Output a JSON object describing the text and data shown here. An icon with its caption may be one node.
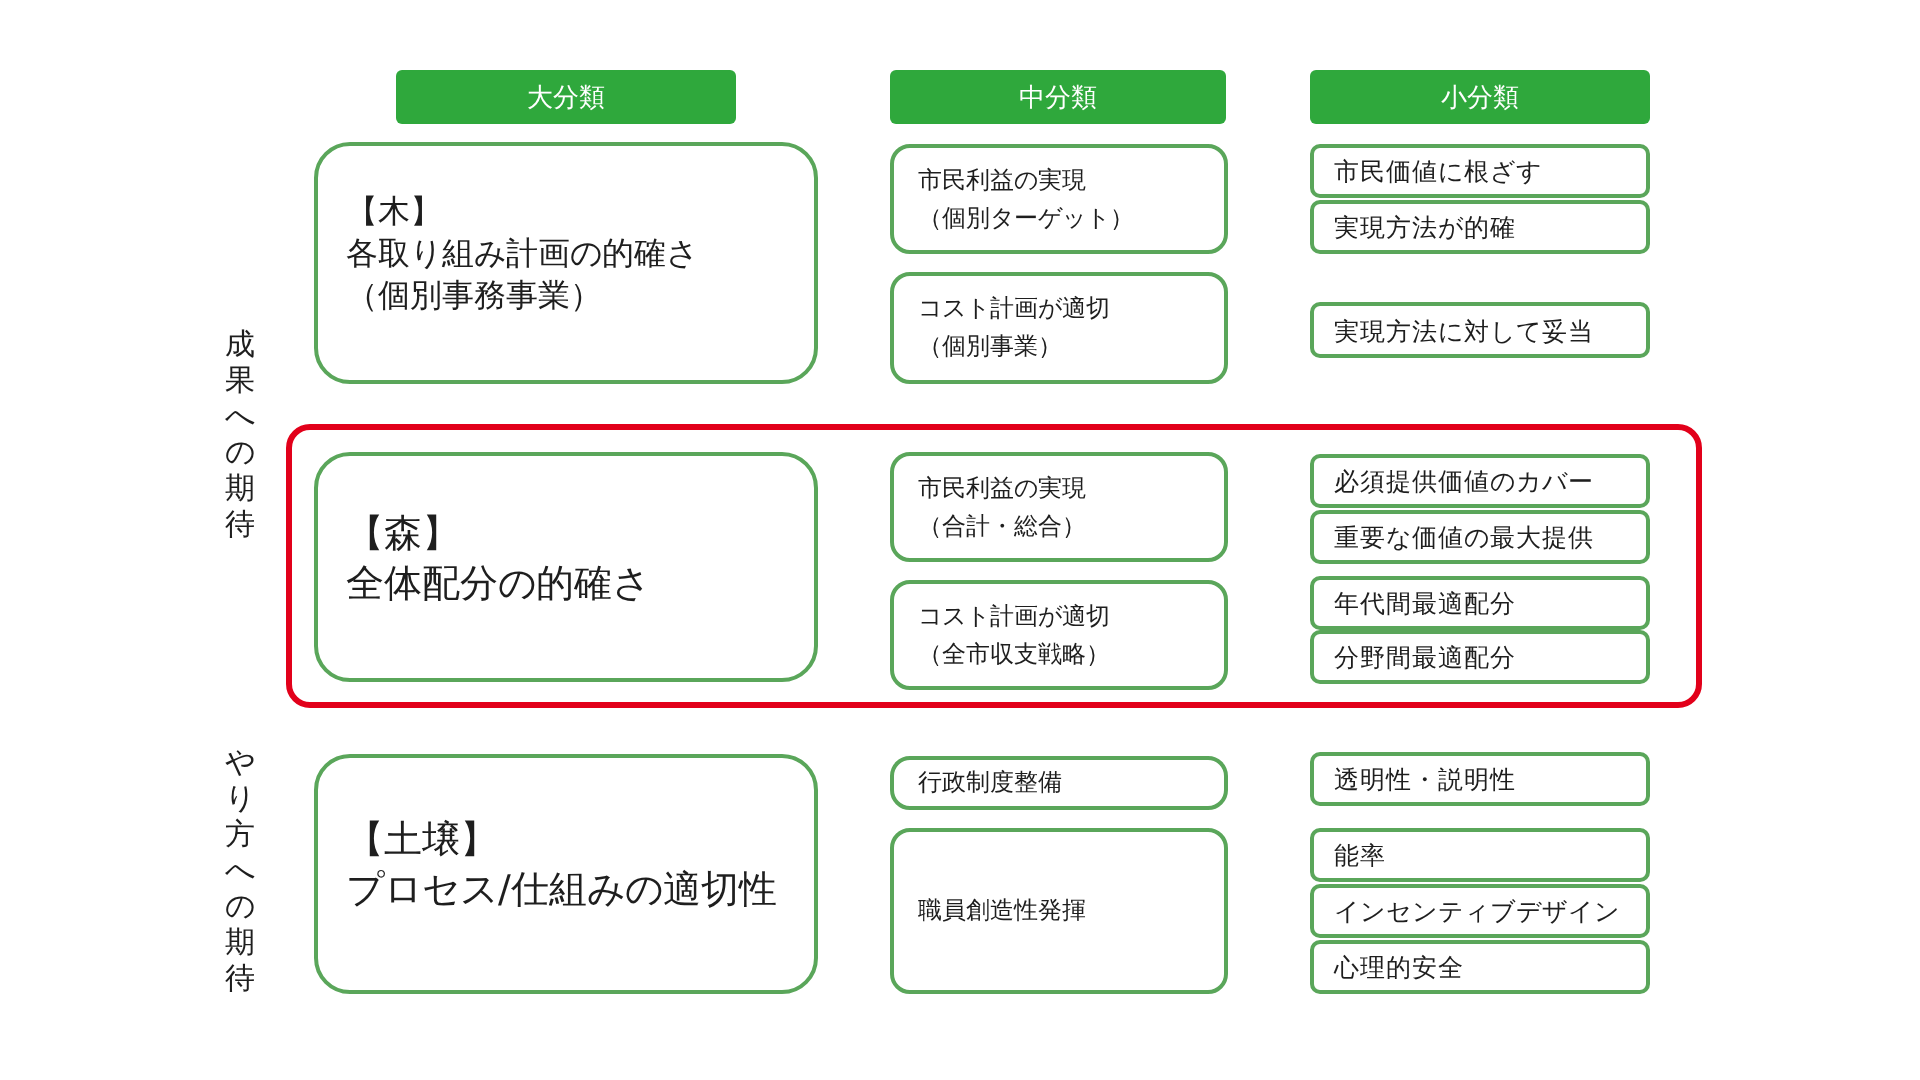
{
  "diagram": {
    "nodes": [
      {
        "text": [
          "大分類"
        ]
      },
      {
        "text": [
          "中分類"
        ]
      },
      {
        "text": [
          "小分類"
        ]
      },
      {
        "text": [
          "【木】",
          "各取り組み計画の的確さ",
          "（個別事務事業）"
        ]
      },
      {
        "text": [
          "市民利益の実現",
          "（個別ターゲット）"
        ]
      },
      {
        "text": [
          "市民価値に根ざす"
        ]
      },
      {
        "text": [
          "実現方法が的確"
        ]
      },
      {
        "text": [
          "コスト計画が適切",
          "（個別事業）"
        ]
      },
      {
        "text": [
          "実現方法に対して妥当"
        ]
      },
      {
        "text": [],
        "shape": "box"
      },
      {
        "text": [
          "【森】",
          "全体配分の的確さ"
        ],
        "in": 9
      },
      {
        "text": [
          "市民利益の実現",
          "（合計・総合）"
        ],
        "in": 9
      },
      {
        "text": [
          "必須提供価値のカバー"
        ],
        "in": 9
      },
      {
        "text": [
          "重要な価値の最大提供"
        ],
        "in": 9
      },
      {
        "text": [
          "コスト計画が適切",
          "（全市収支戦略）"
        ],
        "in": 9
      },
      {
        "text": [
          "年代間最適配分"
        ],
        "in": 9
      },
      {
        "text": [
          "分野間最適配分"
        ],
        "in": 9
      },
      {
        "text": [
          "【土壌】",
          "プロセス/仕組みの適切性"
        ]
      },
      {
        "text": [
          "行政制度整備"
        ]
      },
      {
        "text": [
          "透明性・説明性"
        ]
      },
      {
        "text": [
          "職員創造性発揮"
        ]
      },
      {
        "text": [
          "能率"
        ]
      },
      {
        "text": [
          "インセンティブデザイン"
        ]
      },
      {
        "text": [
          "心理的安全"
        ]
      }
    ],
    "labels": [
      "成果への期待",
      "やり方への期待"
    ]
  }
}
